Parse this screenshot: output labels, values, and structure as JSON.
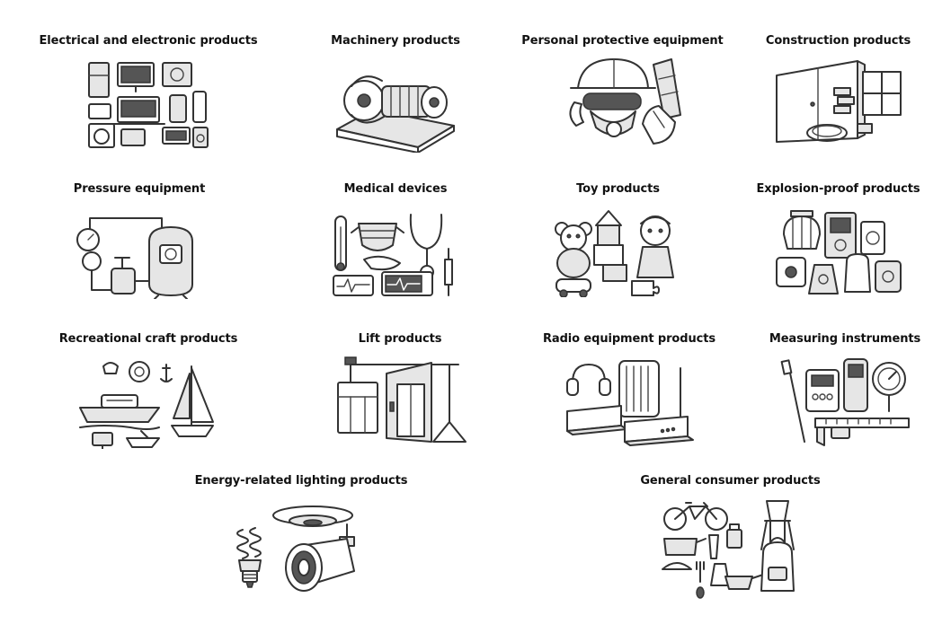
{
  "categories": [
    {
      "label": "Electrical and electronic products",
      "icon": "electronics-icon"
    },
    {
      "label": "Machinery products",
      "icon": "machinery-icon"
    },
    {
      "label": "Personal protective equipment",
      "icon": "protective-gear-icon"
    },
    {
      "label": "Construction products",
      "icon": "construction-icon"
    },
    {
      "label": "Pressure equipment",
      "icon": "pressure-vessel-icon"
    },
    {
      "label": "Medical devices",
      "icon": "medical-devices-icon"
    },
    {
      "label": "Toy products",
      "icon": "toys-icon"
    },
    {
      "label": "Explosion-proof products",
      "icon": "explosion-proof-icon"
    },
    {
      "label": "Recreational craft products",
      "icon": "boats-icon"
    },
    {
      "label": "Lift products",
      "icon": "elevator-icon"
    },
    {
      "label": "Radio equipment products",
      "icon": "radio-router-icon"
    },
    {
      "label": "Measuring instruments",
      "icon": "measuring-tools-icon"
    },
    {
      "label": "Energy-related lighting products",
      "icon": "lighting-icon"
    },
    {
      "label": "General consumer products",
      "icon": "consumer-goods-icon"
    }
  ]
}
